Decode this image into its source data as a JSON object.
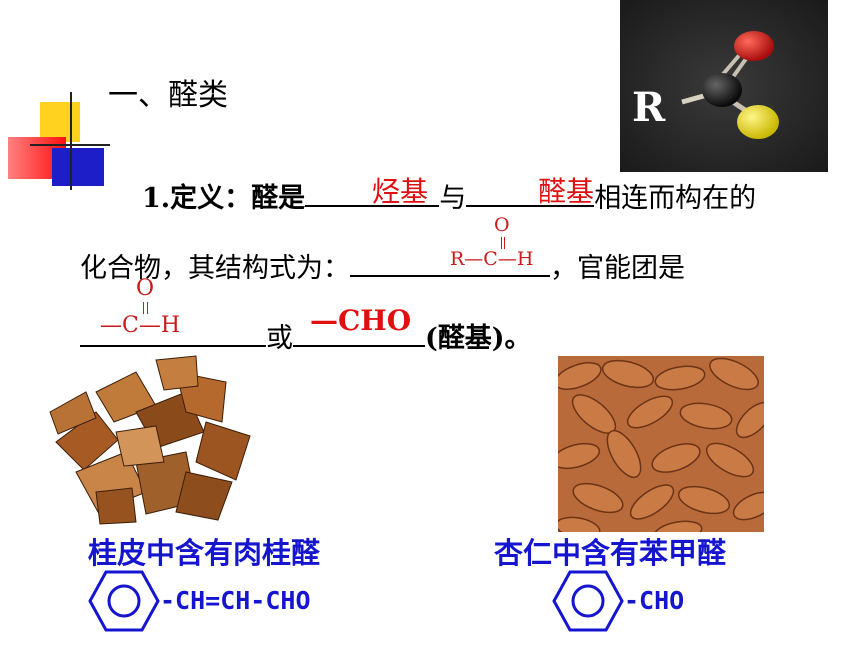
{
  "slide": {
    "heading": "一、醛类",
    "model_r_label": "R",
    "definition": {
      "prefix": "1.定义：醛是",
      "answer1": "烃基",
      "connector": "与",
      "answer2": "醛基",
      "suffix": "相连而构在的",
      "line2_text": "化合物，其结构式为：",
      "line2_suffix": "，官能团是",
      "or_text": "或",
      "answer_cho": "—CHO",
      "paren_text": "(醛基)。"
    },
    "structure1": {
      "o": "O",
      "chain": "R—C—H"
    },
    "structure2": {
      "o": "O",
      "chain": "—C—H"
    },
    "left_caption": "桂皮中含有肉桂醛",
    "left_formula": "-CH=CH-CHO",
    "right_caption": "杏仁中含有苯甲醛",
    "right_formula": "-CHO"
  },
  "colors": {
    "answer_red": "#e01010",
    "caption_blue": "#1515d0"
  }
}
